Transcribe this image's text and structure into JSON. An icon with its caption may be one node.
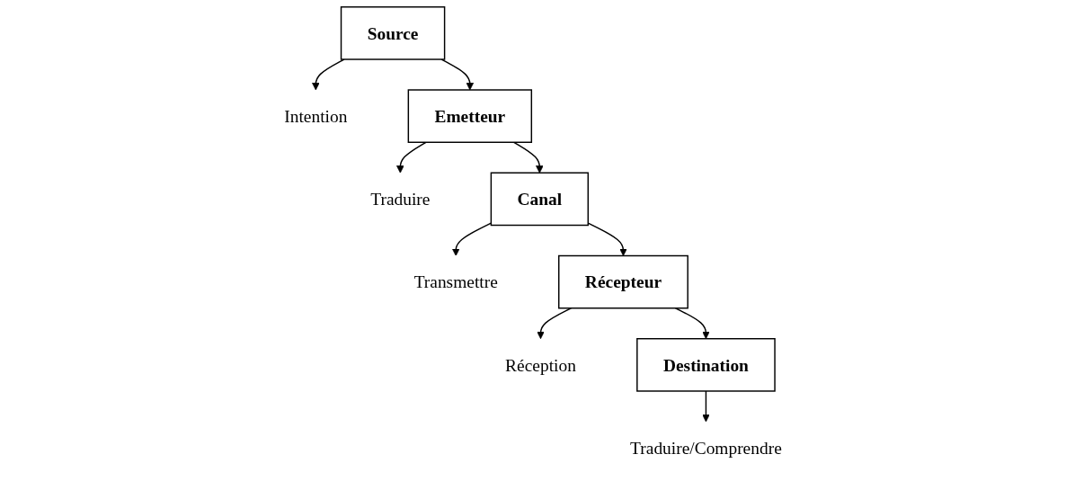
{
  "diagram": {
    "nodes": [
      {
        "text": [
          "Source"
        ]
      },
      {
        "text": [
          "Intention"
        ]
      },
      {
        "text": [
          "Emetteur"
        ]
      },
      {
        "text": [
          "Traduire"
        ]
      },
      {
        "text": [
          "Canal"
        ]
      },
      {
        "text": [
          "Transmettre"
        ]
      },
      {
        "text": [
          "Récepteur"
        ]
      },
      {
        "text": [
          "Réception"
        ]
      },
      {
        "text": [
          "Destination"
        ]
      },
      {
        "text": [
          "Traduire/Comprendre"
        ]
      }
    ],
    "edges": [
      {
        "from": 0,
        "to": 1,
        "arrow": "to"
      },
      {
        "from": 0,
        "to": 2,
        "arrow": "to"
      },
      {
        "from": 2,
        "to": 3,
        "arrow": "to"
      },
      {
        "from": 2,
        "to": 4,
        "arrow": "to"
      },
      {
        "from": 4,
        "to": 5,
        "arrow": "to"
      },
      {
        "from": 4,
        "to": 6,
        "arrow": "to"
      },
      {
        "from": 6,
        "to": 7,
        "arrow": "to"
      },
      {
        "from": 6,
        "to": 8,
        "arrow": "to"
      },
      {
        "from": 8,
        "to": 9,
        "arrow": "to"
      }
    ]
  }
}
